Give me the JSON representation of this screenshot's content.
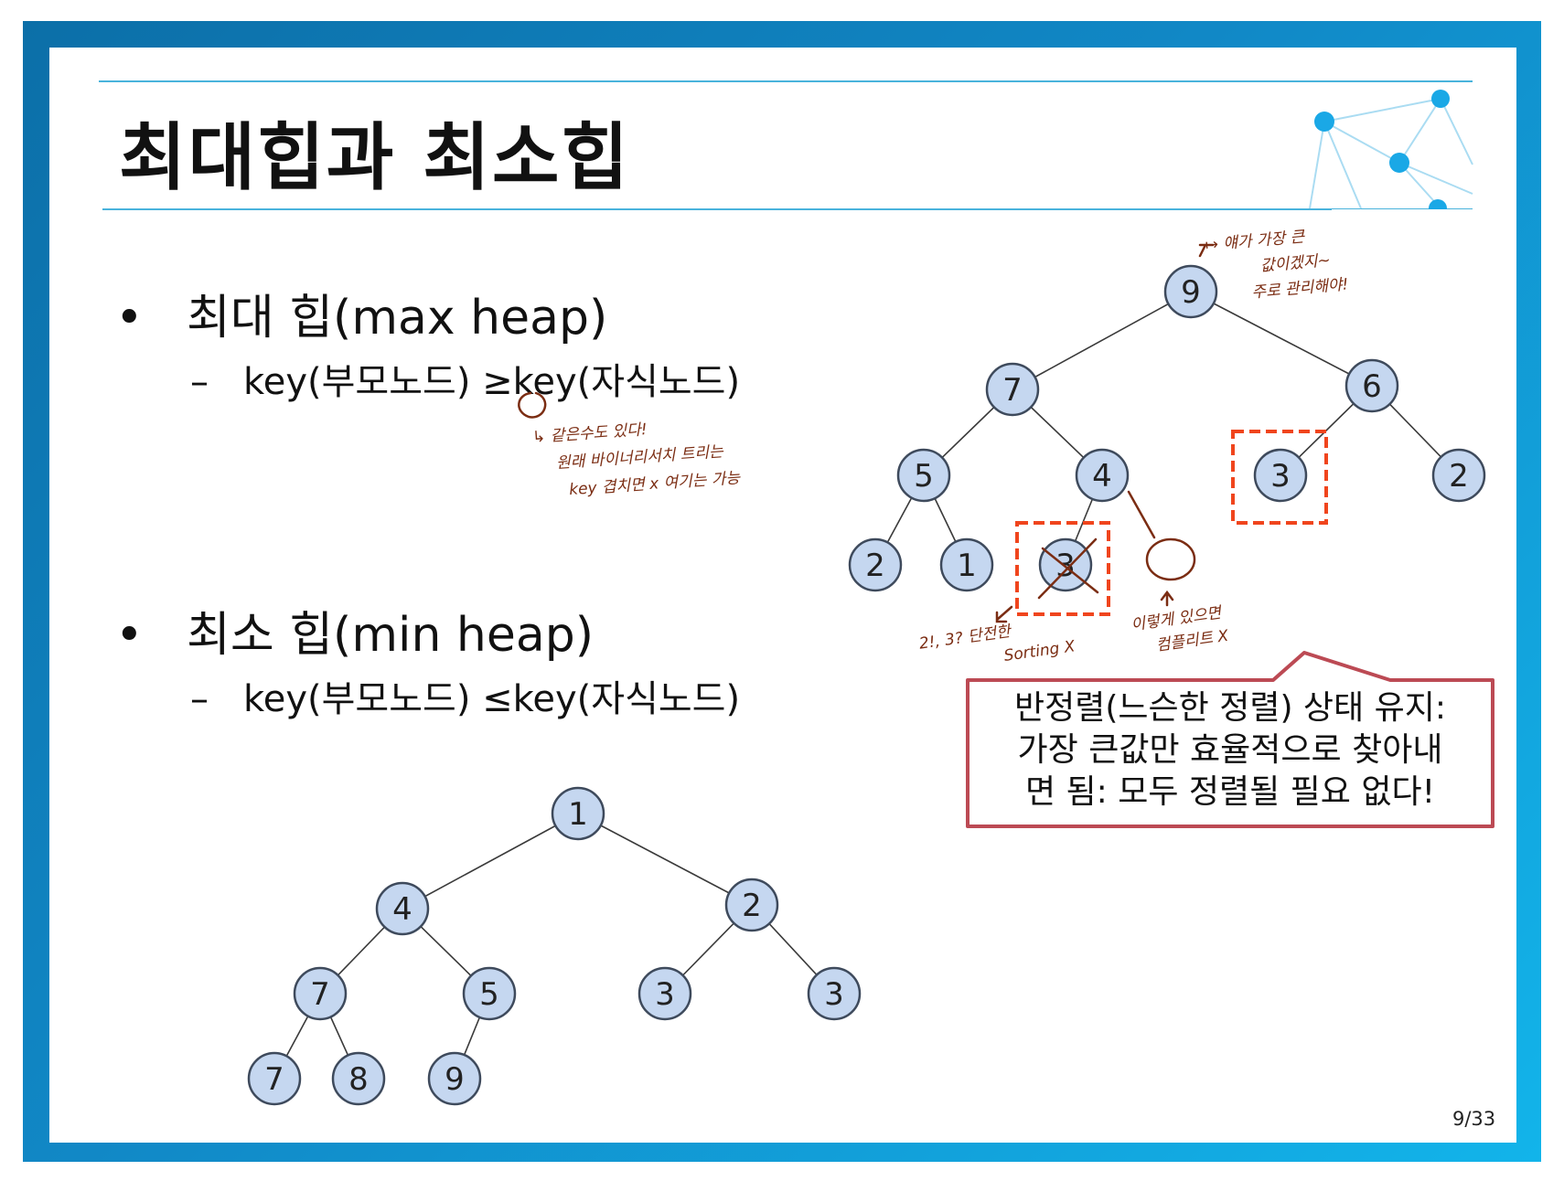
{
  "slide": {
    "title": "최대힙과 최소힙",
    "page_number": "9/33"
  },
  "bullets": [
    {
      "marker": "•",
      "label": "최대 힙(max heap)",
      "sub_marker": "–",
      "sub": "key(부모노드) ≥key(자식노드)"
    },
    {
      "marker": "•",
      "label": "최소 힙(min heap)",
      "sub_marker": "–",
      "sub": "key(부모노드) ≤key(자식노드)"
    }
  ],
  "max_heap": {
    "values": [
      "9",
      "7",
      "6",
      "5",
      "4",
      "3",
      "2",
      "2",
      "1",
      "3"
    ]
  },
  "min_heap": {
    "values": [
      "1",
      "4",
      "2",
      "7",
      "5",
      "3",
      "3",
      "7",
      "8",
      "9"
    ]
  },
  "callout": {
    "lines": [
      "반정렬(느슨한 정렬) 상태 유지:",
      "가장 큰값만 효율적으로 찾아내",
      "면 됨: 모두 정렬될 필요 없다!"
    ]
  },
  "annotations": {
    "root_note": [
      "↦ 얘가 가장 큰",
      "값이겠지~",
      "주로 관리해야!"
    ],
    "equal_note": [
      "↳ 같은수도 있다!",
      "원래 바이너리서치 트리는",
      "key 겹치면 x   여기는 가능"
    ],
    "crossed_note": [
      "2!, 3? 단전한",
      "Sorting X"
    ],
    "empty_note": [
      "이렇게 있으면",
      "컴플리트 X"
    ]
  },
  "colors": {
    "frame_gradient": [
      "#0c6fa8",
      "#12b4ea"
    ],
    "title_rule": "#49b3dc",
    "node_fill": "#c5d7f0",
    "node_stroke": "#3e4a5c",
    "dashed_box": "#f0451d",
    "callout_border": "#bc4a54",
    "handwriting": "#7b2d13"
  }
}
